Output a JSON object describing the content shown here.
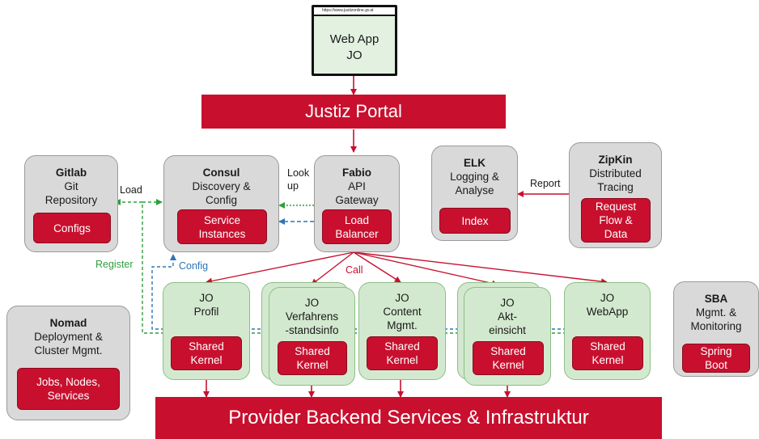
{
  "browser": {
    "url": "https://www.justizonline.gv.at",
    "line1": "Web App",
    "line2": "JO"
  },
  "portal": "Justiz Portal",
  "backend": "Provider Backend Services & Infrastruktur",
  "gitlab": {
    "title": "Gitlab",
    "line1": "Git",
    "line2": "Repository",
    "inner": "Configs"
  },
  "consul": {
    "title": "Consul",
    "line1": "Discovery &",
    "line2": "Config",
    "inner1": "Service",
    "inner2": "Instances"
  },
  "fabio": {
    "title": "Fabio",
    "line1": "API",
    "line2": "Gateway",
    "inner1": "Load",
    "inner2": "Balancer"
  },
  "elk": {
    "title": "ELK",
    "line1": "Logging &",
    "line2": "Analyse",
    "inner": "Index"
  },
  "zipkin": {
    "title": "ZipKin",
    "line1": "Distributed",
    "line2": "Tracing",
    "inner1": "Request",
    "inner2": "Flow &",
    "inner3": "Data"
  },
  "nomad": {
    "title": "Nomad",
    "line1": "Deployment &",
    "line2": "Cluster Mgmt.",
    "inner1": "Jobs, Nodes,",
    "inner2": "Services"
  },
  "sba": {
    "title": "SBA",
    "line1": "Mgmt. &",
    "line2": "Monitoring",
    "inner1": "Spring",
    "inner2": "Boot"
  },
  "services": [
    {
      "line1": "JO",
      "line2": "Profil",
      "line3": "",
      "kernel1": "Shared",
      "kernel2": "Kernel"
    },
    {
      "line1": "JO",
      "line2": "Verfahrens",
      "line3": "-standsinfo",
      "kernel1": "Shared",
      "kernel2": "Kernel"
    },
    {
      "line1": "JO",
      "line2": "Content",
      "line3": "Mgmt.",
      "kernel1": "Shared",
      "kernel2": "Kernel"
    },
    {
      "line1": "JO",
      "line2": "Akt-",
      "line3": "einsicht",
      "kernel1": "Shared",
      "kernel2": "Kernel"
    },
    {
      "line1": "JO",
      "line2": "WebApp",
      "line3": "",
      "kernel1": "Shared",
      "kernel2": "Kernel"
    }
  ],
  "labels": {
    "load": "Load",
    "lookup1": "Look",
    "lookup2": "up",
    "report": "Report",
    "register": "Register",
    "config": "Config",
    "call": "Call"
  },
  "colors": {
    "red": "#c8102e",
    "gray_box": "#d9d9d9",
    "green_box": "#d3e9cf",
    "register_line": "#2e9e3e",
    "config_line": "#2e75b6"
  }
}
